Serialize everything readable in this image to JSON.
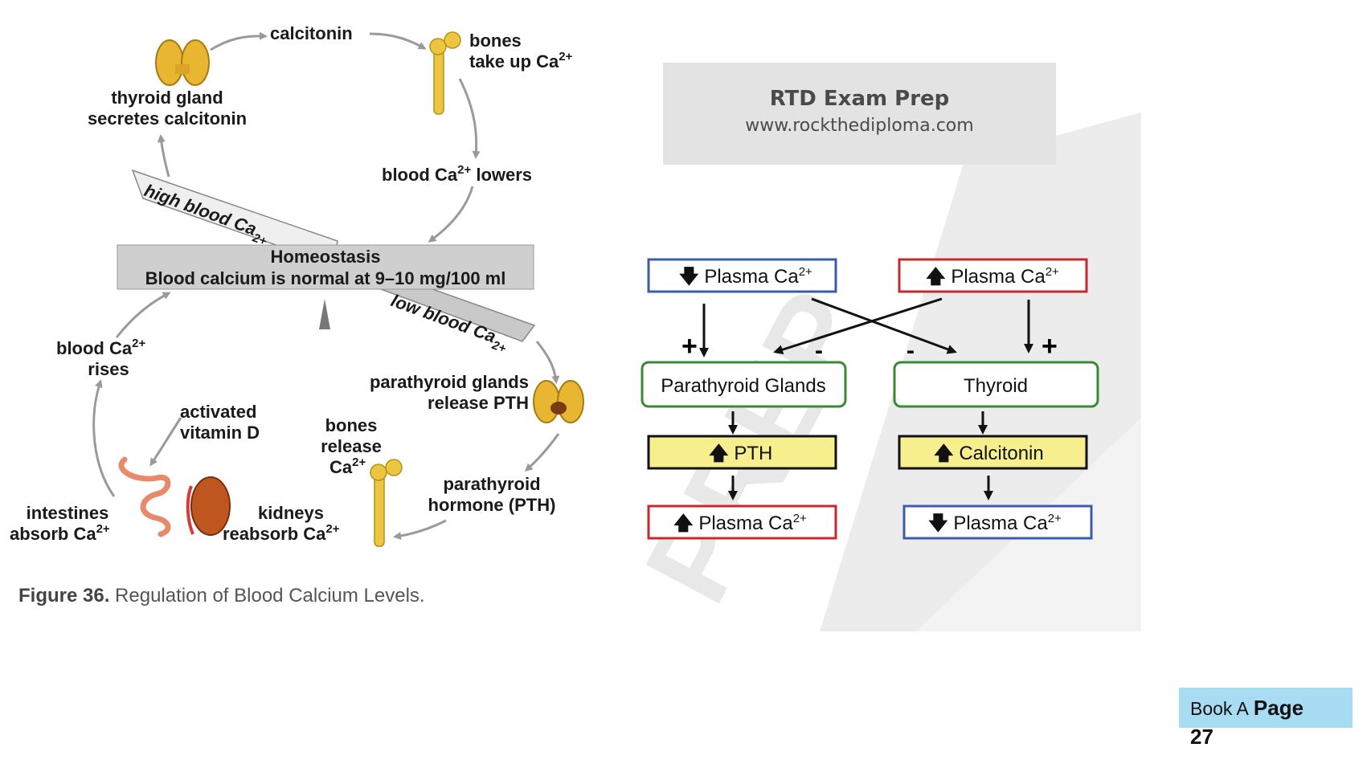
{
  "cycle": {
    "calcitonin": "calcitonin",
    "bones_line1": "bones",
    "bones_line2": "take up Ca",
    "thyroid_line1": "thyroid gland",
    "thyroid_line2": "secretes calcitonin",
    "blood_lowers": "blood Ca",
    "blood_lowers_tail": " lowers",
    "high_blood": "high blood Ca",
    "homeostasis_title": "Homeostasis",
    "homeostasis_sub": "Blood calcium is normal at 9–10 mg/100 ml",
    "low_blood": "low blood Ca",
    "blood_rises_line1": "blood Ca",
    "blood_rises_line2": "rises",
    "parathyroid_line1": "parathyroid glands",
    "parathyroid_line2": "release PTH",
    "activated_line1": "activated",
    "activated_line2": "vitamin D",
    "bones_release_line1": "bones",
    "bones_release_line2": "release",
    "bones_release_line3": "Ca",
    "pth_line1": "parathyroid",
    "pth_line2": "hormone (PTH)",
    "intestines_line1": "intestines",
    "intestines_line2": "absorb Ca",
    "kidneys_line1": "kidneys",
    "kidneys_line2": "reabsorb Ca",
    "sup": "2+"
  },
  "flow": {
    "low_plasma": "Plasma Ca",
    "high_plasma": "Plasma Ca",
    "parathyroid": "Parathyroid Glands",
    "thyroid": "Thyroid",
    "pth": "PTH",
    "calcitonin": "Calcitonin",
    "result_left": "Plasma Ca",
    "result_right": "Plasma Ca",
    "sup": "2+",
    "plus": "+",
    "minus": "-",
    "colors": {
      "blue": "#3b5bab",
      "red": "#c8282d",
      "green": "#3a8a35",
      "yellow": "#f7ef8e"
    }
  },
  "watermark": {
    "line1": "RTD Exam Prep",
    "line2": "www.rockthediploma.com",
    "big": "PREP"
  },
  "caption": {
    "label": "Figure 36.",
    "text": " Regulation of Blood Calcium Levels."
  },
  "page_tag": {
    "book": "Book A",
    "page_word": "Page",
    "number": "27"
  }
}
